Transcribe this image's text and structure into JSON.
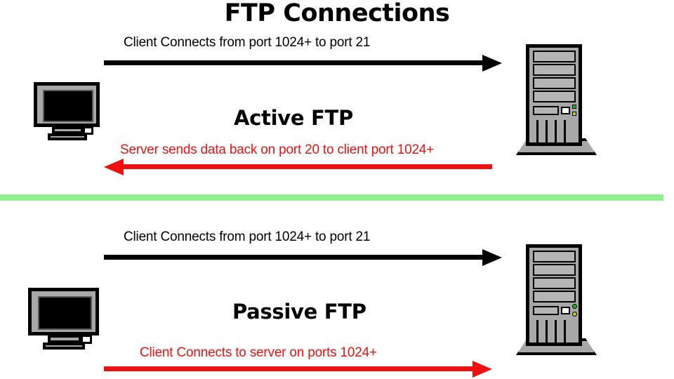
{
  "page": {
    "title": "FTP Connections",
    "background_color": "#ffffff"
  },
  "colors": {
    "black": "#000000",
    "red": "#ee1111",
    "divider_green": "#90ee90",
    "device_gray": "#a8a8a8",
    "led_green": "#00cc00",
    "led_yellow": "#cccc00"
  },
  "sections": [
    {
      "id": "active",
      "heading": "Active FTP",
      "control_caption": "Client Connects from port 1024+ to port 21",
      "control_arrow_direction": "right",
      "control_arrow_color": "#000000",
      "data_caption": "Server sends data back on port 20 to client port 1024+",
      "data_arrow_direction": "left",
      "data_arrow_color": "#ee1111",
      "client_label": "client-computer",
      "server_label": "server-tower"
    },
    {
      "id": "passive",
      "heading": "Passive FTP",
      "control_caption": "Client Connects from port 1024+ to port 21",
      "control_arrow_direction": "right",
      "control_arrow_color": "#000000",
      "data_caption": "Client Connects to server on ports 1024+",
      "data_arrow_direction": "right",
      "data_arrow_color": "#ee1111",
      "client_label": "client-computer",
      "server_label": "server-tower"
    }
  ],
  "divider": {
    "color": "#90ee90"
  }
}
